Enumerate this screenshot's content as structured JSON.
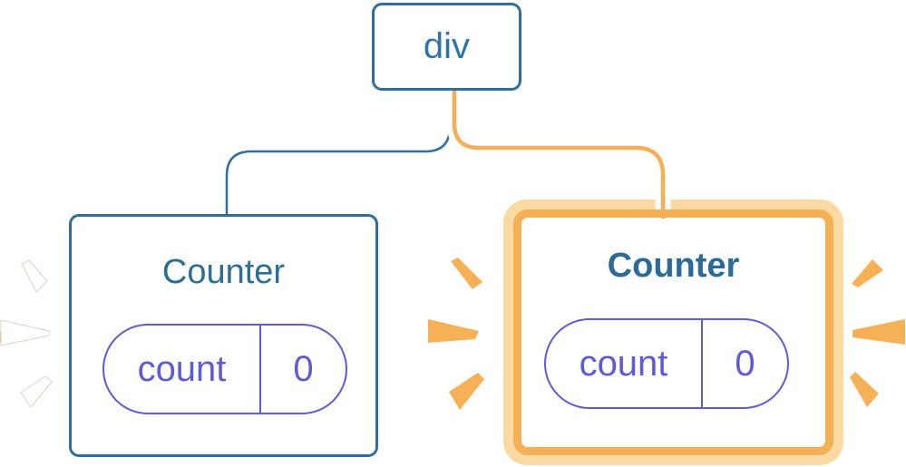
{
  "diagram": {
    "description": "React component tree: root div with two Counter children; right child highlighted with state change burst",
    "root": {
      "label": "div"
    },
    "children": [
      {
        "title": "Counter",
        "state": {
          "key": "count",
          "value": "0"
        },
        "highlighted": false
      },
      {
        "title": "Counter",
        "state": {
          "key": "count",
          "value": "0"
        },
        "highlighted": true
      }
    ],
    "colors": {
      "node_border_blue": "#2E6F9F",
      "root_text_blue": "#2E76A8",
      "title_text_blue": "#2D6E96",
      "state_purple": "#5E5BD8",
      "highlight_orange": "#F5AF55",
      "highlight_peach": "#FBD9A3",
      "inactive_ray_white": "#FFFFFF",
      "edge_blue": "#2E6F9F"
    }
  }
}
